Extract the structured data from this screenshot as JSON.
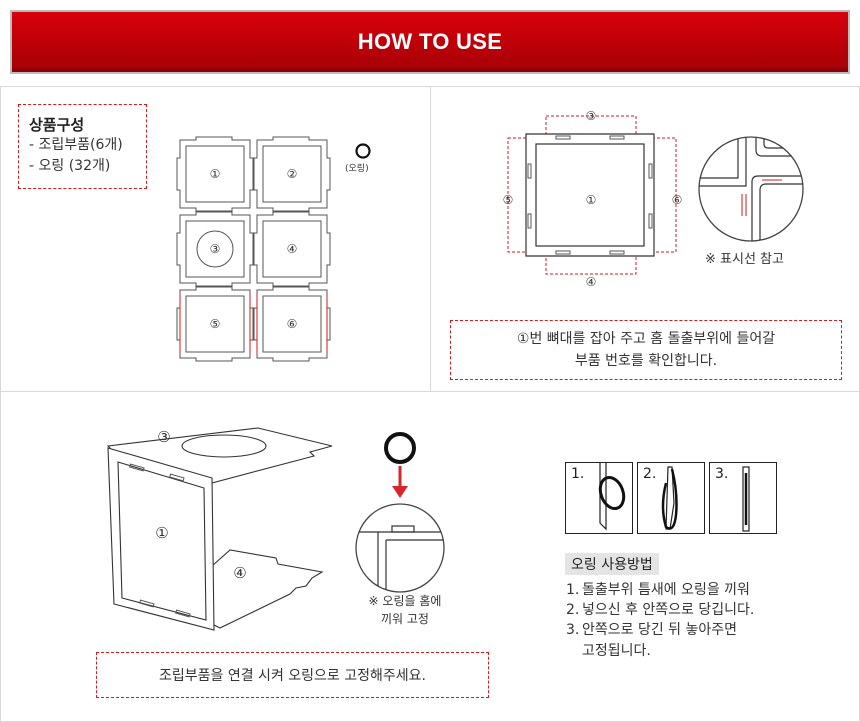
{
  "header": {
    "title": "HOW TO USE"
  },
  "components": {
    "title": "상품구성",
    "lines": [
      "- 조립부품(6개)",
      "- 오링 (32개)"
    ]
  },
  "parts": {
    "labels": [
      "①",
      "②",
      "③",
      "④",
      "⑤",
      "⑥"
    ],
    "oring_label": "(오링)"
  },
  "frame_diagram": {
    "labels": [
      "③",
      "⑤",
      "①",
      "⑥",
      "④"
    ],
    "note": "※ 표시선 참고"
  },
  "instruction": {
    "line1": "①번 뼈대를 잡아 주고 홈 돌출부위에 들어갈",
    "line2": "부품 번호를 확인합니다."
  },
  "assembly": {
    "labels": [
      "③",
      "①",
      "④"
    ],
    "groove_note_line1": "※ 오링을 홈에",
    "groove_note_line2": "끼워 고정",
    "bottom_text": "조립부품을 연결 시켜 오링으로 고정해주세요."
  },
  "steps": {
    "labels": [
      "1.",
      "2.",
      "3."
    ]
  },
  "method": {
    "title": "오링 사용방법",
    "items": [
      {
        "num": "1.",
        "text": "돌출부위 틈새에 오링을 끼워"
      },
      {
        "num": "2.",
        "text": "넣으신 후 안쪽으로 당깁니다."
      },
      {
        "num": "3.",
        "text": "안쪽으로 당긴 뒤 놓아주면"
      }
    ],
    "continuation": "고정됩니다."
  },
  "colors": {
    "header_red": "#c8000a",
    "dash_red": "#d21b1b",
    "arrow_red": "#d9252a"
  }
}
